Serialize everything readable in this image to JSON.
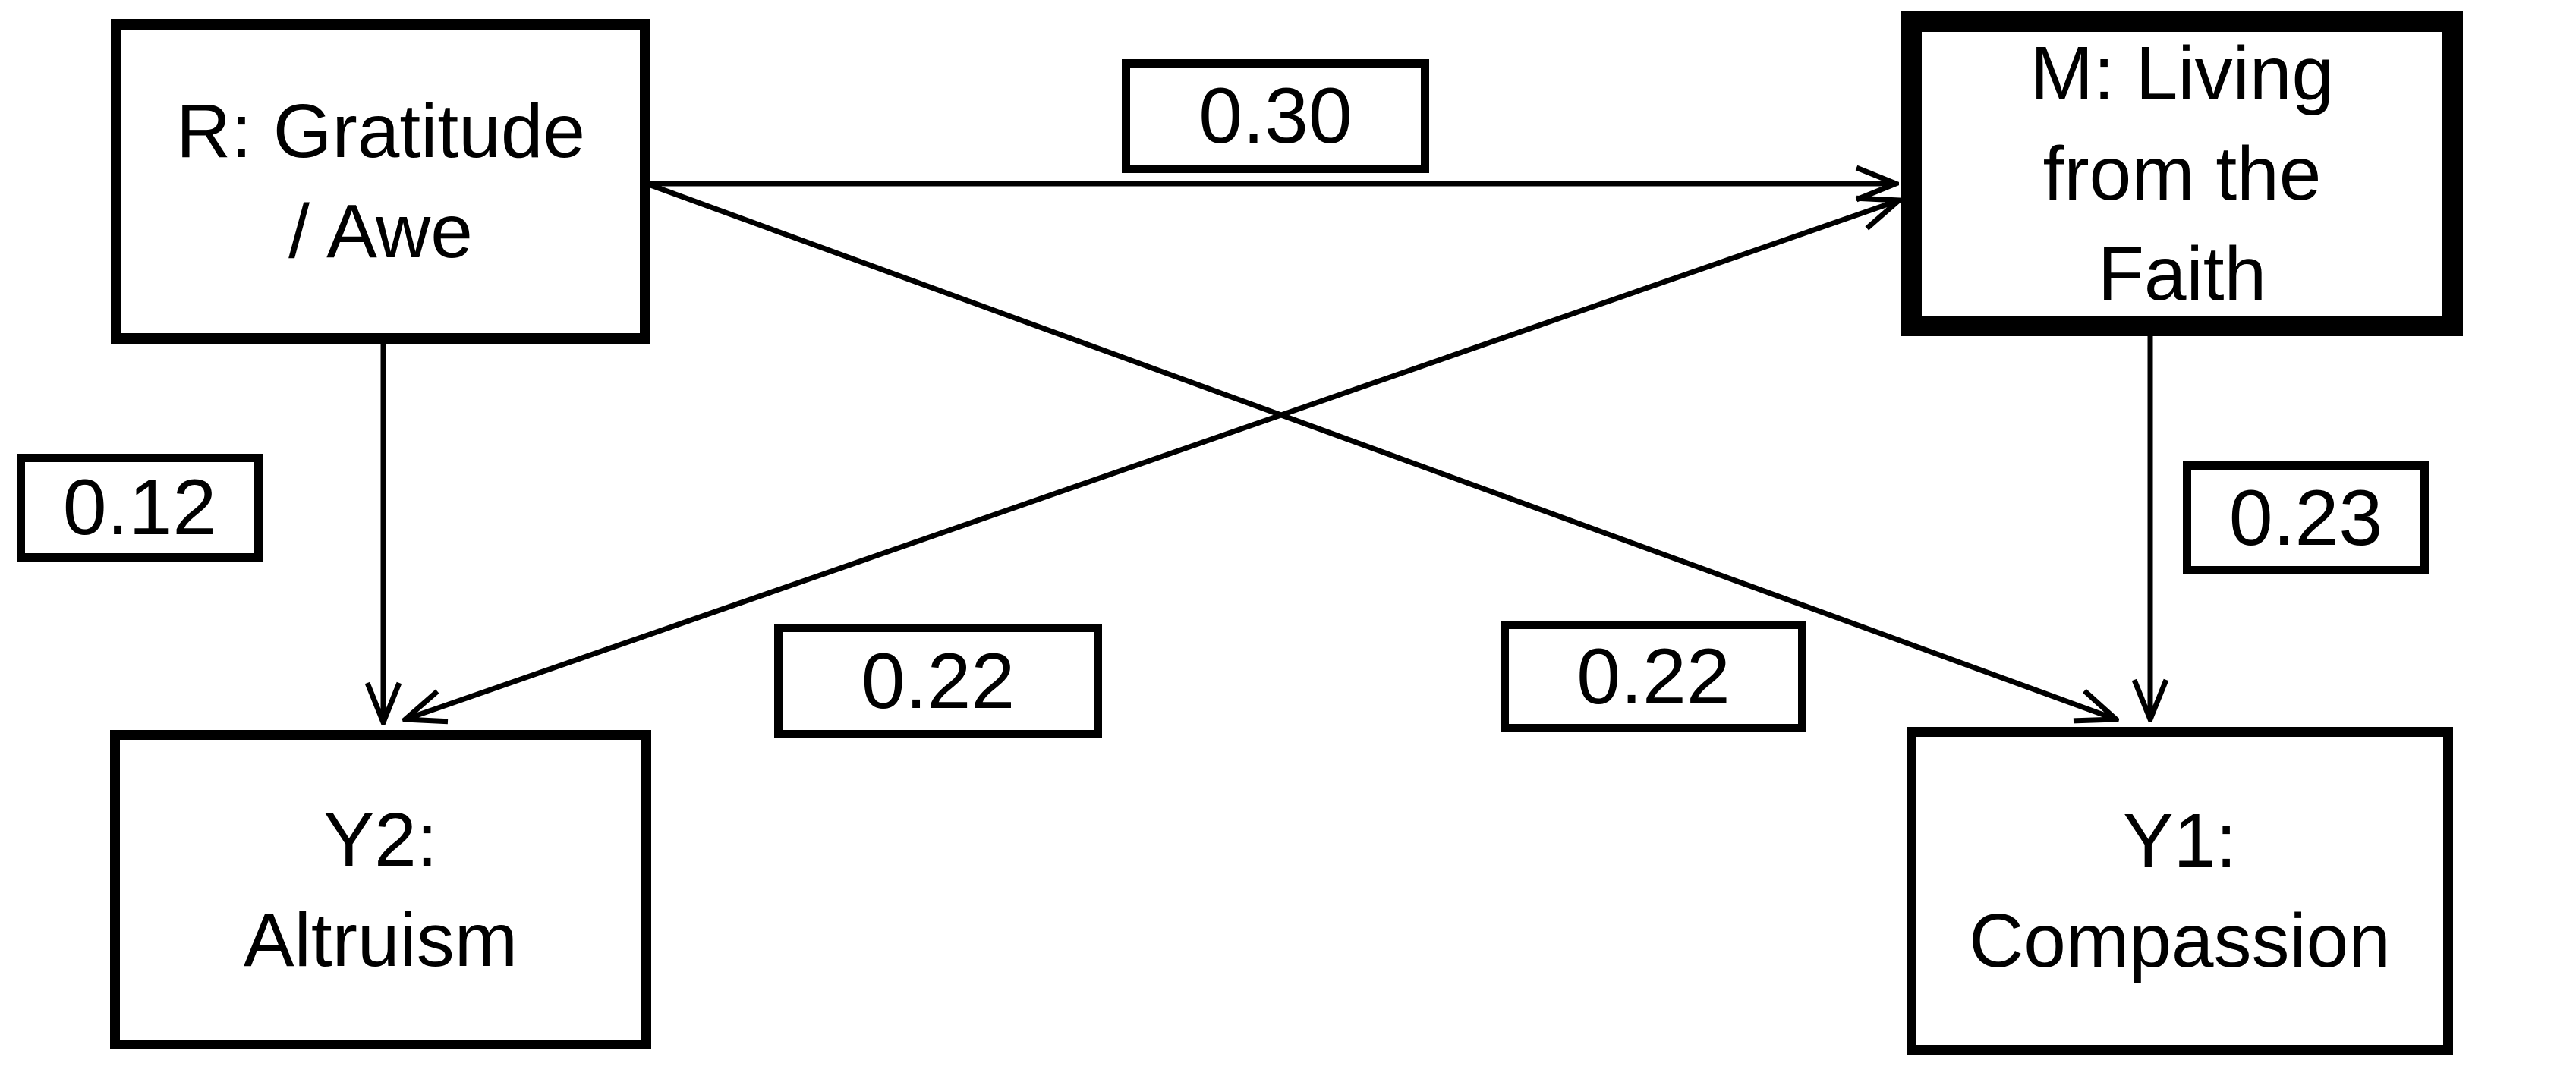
{
  "diagram": {
    "type": "path-model",
    "nodes": {
      "r": {
        "id": "R",
        "label": "R: Gratitude\n/ Awe"
      },
      "m": {
        "id": "M",
        "label": "M: Living\nfrom the\nFaith"
      },
      "y2": {
        "id": "Y2",
        "label": "Y2:\nAltruism"
      },
      "y1": {
        "id": "Y1",
        "label": "Y1:\nCompassion"
      }
    },
    "paths": {
      "r_to_m": {
        "from": "R",
        "to": "M",
        "label": "0.30"
      },
      "r_to_y2": {
        "from": "R",
        "to": "Y2",
        "label": "0.12"
      },
      "m_to_y1": {
        "from": "M",
        "to": "Y1",
        "label": "0.23"
      },
      "m_to_y2": {
        "from": "M",
        "to": "Y2",
        "label": "0.22"
      },
      "r_to_y1": {
        "from": "R",
        "to": "Y1",
        "label": "0.22"
      }
    }
  }
}
